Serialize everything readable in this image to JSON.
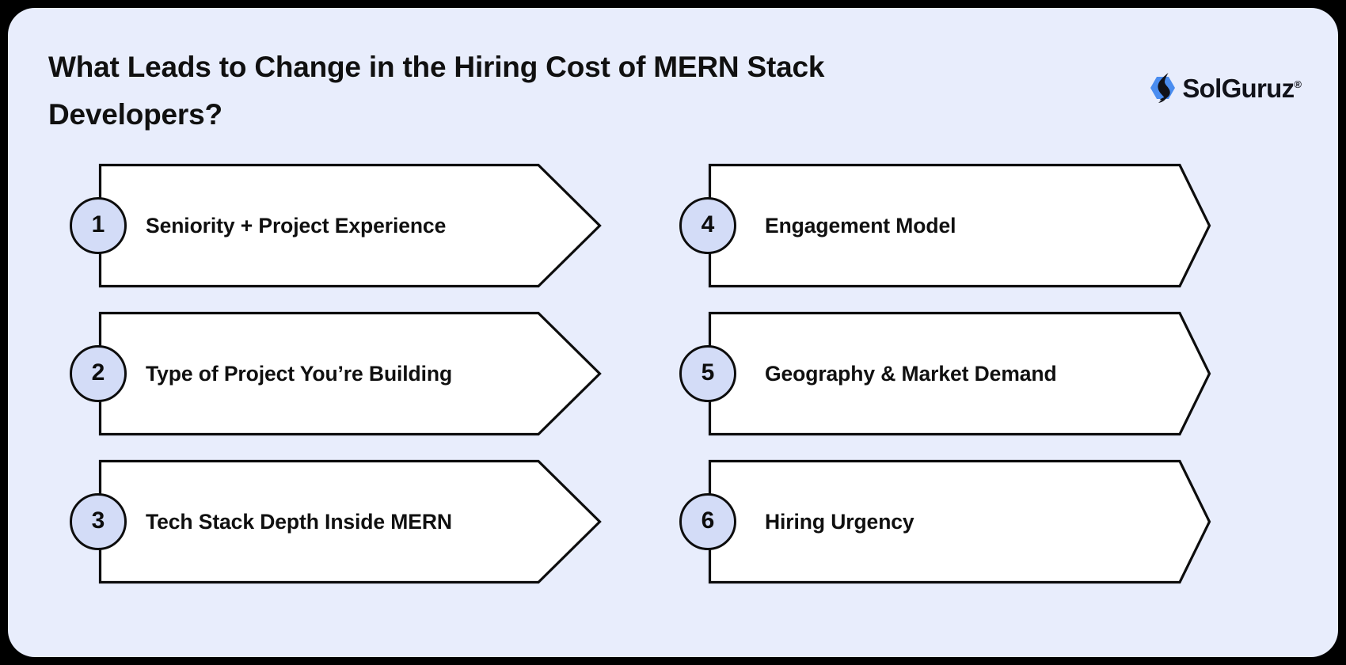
{
  "page": {
    "background_color": "#000000",
    "card_color": "#e8edfc",
    "title": "What Leads to Change in the Hiring Cost of MERN Stack Developers?"
  },
  "brand": {
    "name": "SolGuruz",
    "trademark": "®",
    "mark_icon": "solguruz-logo-icon",
    "mark_color_blue": "#4a8df0",
    "mark_color_dark": "#12131a"
  },
  "style": {
    "badge_fill": "#d3dcf7",
    "badge_border": "#0d0d0d",
    "chevron_fill": "#ffffff",
    "chevron_stroke": "#0d0d0d",
    "text_color": "#101010"
  },
  "columns": [
    {
      "name": "left-column",
      "items": [
        {
          "number": "1",
          "label": "Seniority + Project Experience"
        },
        {
          "number": "2",
          "label": "Type of Project You’re Building"
        },
        {
          "number": "3",
          "label": "Tech Stack Depth Inside MERN"
        }
      ]
    },
    {
      "name": "right-column",
      "items": [
        {
          "number": "4",
          "label": "Engagement Model"
        },
        {
          "number": "5",
          "label": "Geography & Market Demand"
        },
        {
          "number": "6",
          "label": "Hiring Urgency"
        }
      ]
    }
  ]
}
